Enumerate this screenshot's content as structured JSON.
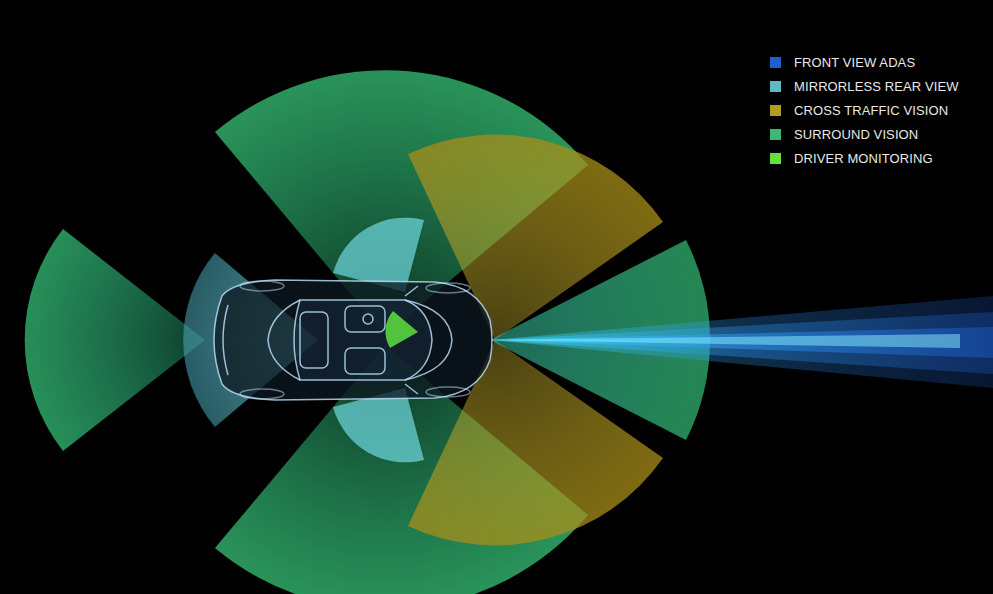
{
  "diagram": {
    "legend": [
      {
        "text": "FRONT VIEW ADAS",
        "color": "#1f5fd0"
      },
      {
        "text": "MIRRORLESS REAR VIEW",
        "color": "#5fb8c2"
      },
      {
        "text": "CROSS TRAFFIC VISION",
        "color": "#b39d1e"
      },
      {
        "text": "SURROUND VISION",
        "color": "#3cb872"
      },
      {
        "text": "DRIVER MONITORING",
        "color": "#66e040"
      }
    ]
  }
}
